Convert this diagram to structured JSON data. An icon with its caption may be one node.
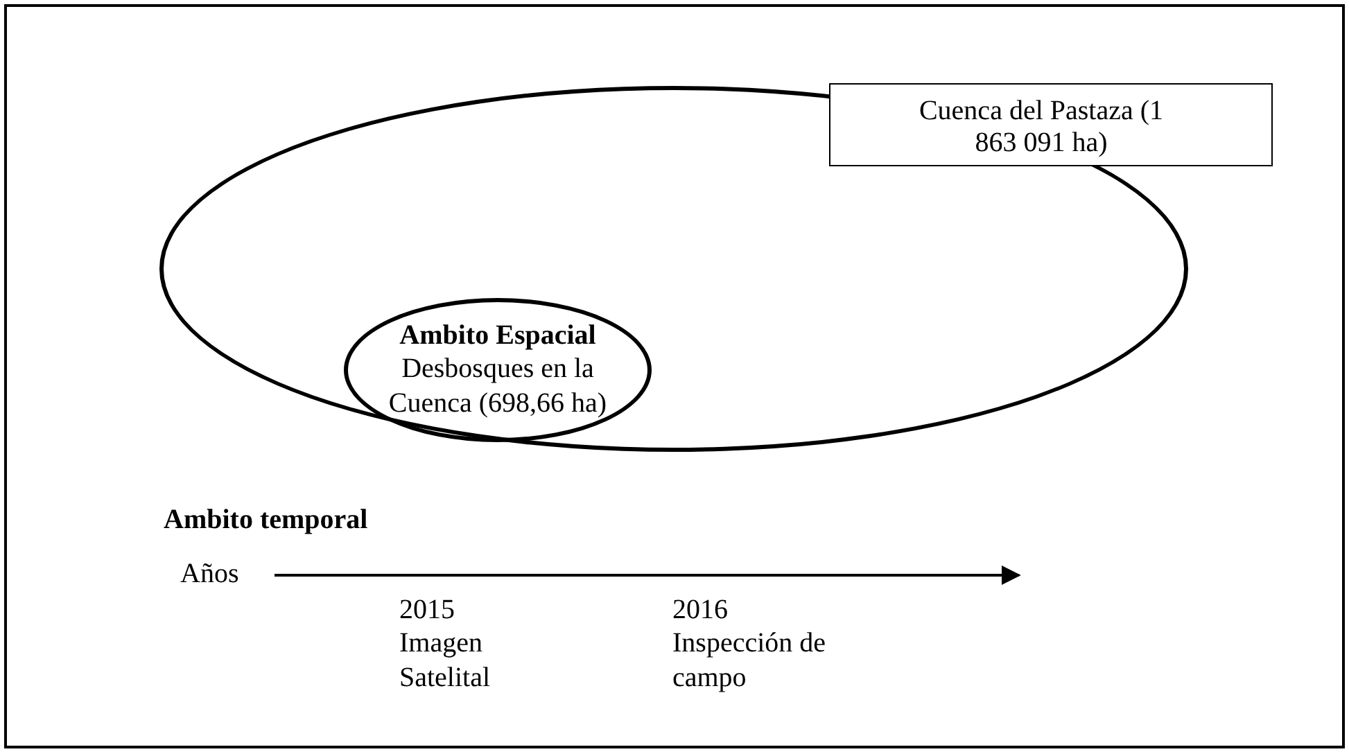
{
  "diagram": {
    "nodes": [
      {
        "text": [],
        "shape": "ellipse"
      },
      {
        "text": [
          "Cuenca del Pastaza (1 863 091 ha)"
        ]
      },
      {
        "text": [
          "Ambito Espacial",
          "Desbosques en la Cuenca (698,66 ha)"
        ],
        "in": 0
      }
    ],
    "labels": [
      "Ambito temporal",
      "Años",
      "2015",
      "Imagen Satelital",
      "2016",
      "Inspección de campo"
    ]
  }
}
